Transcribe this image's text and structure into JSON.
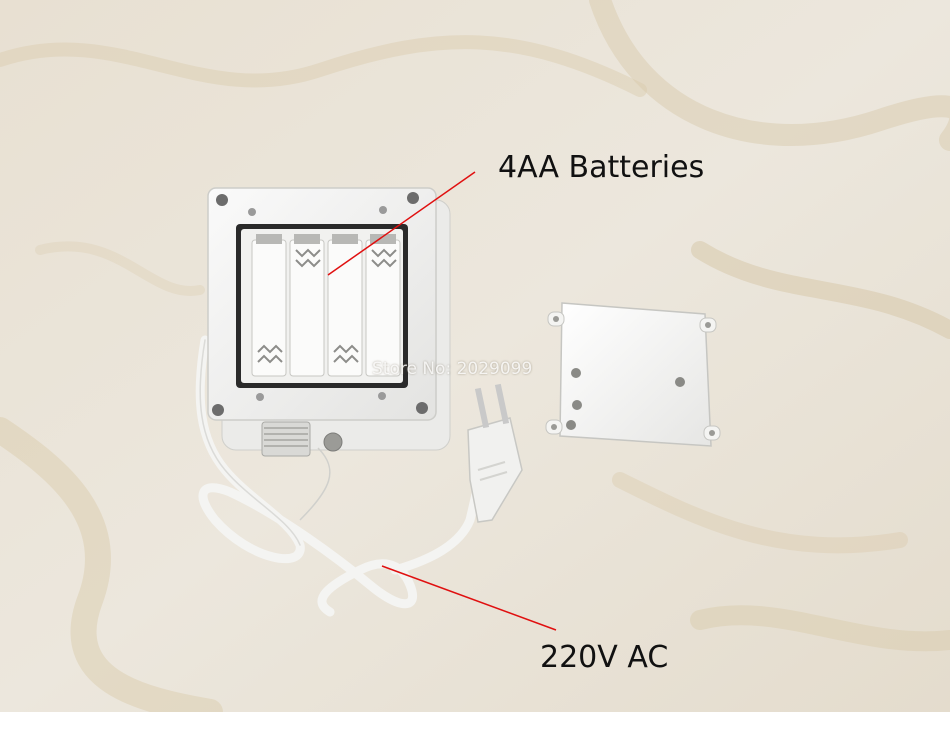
{
  "annotations": {
    "batteries_label": "4AA Batteries",
    "power_label": "220V AC"
  },
  "watermark": "Store No: 2029099",
  "colors": {
    "pointer_line": "#e01010",
    "background": "#e9e3d8",
    "housing": "#f6f6f4"
  }
}
